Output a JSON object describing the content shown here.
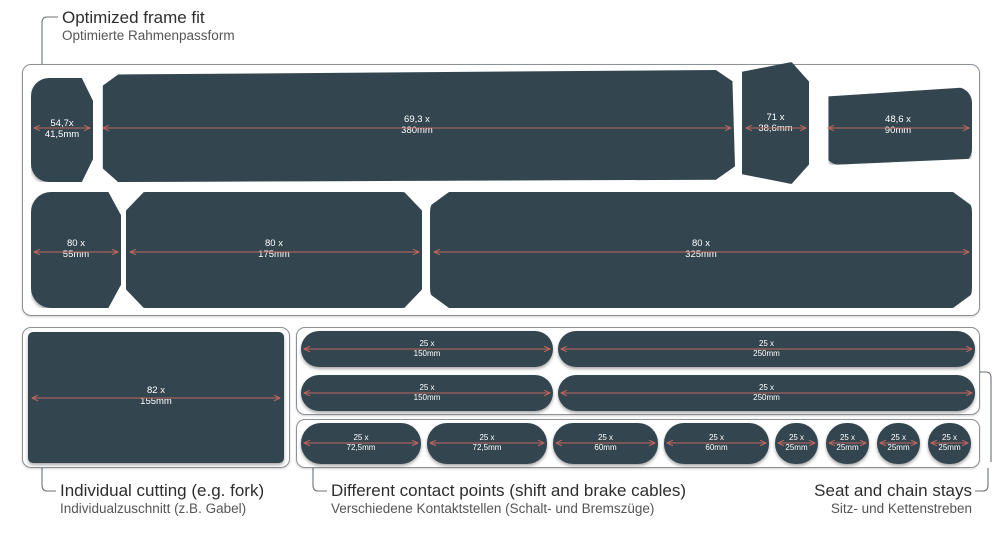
{
  "captions": {
    "top_left": {
      "title": "Optimized frame fit",
      "subtitle": "Optimierte Rahmenpassform"
    },
    "bottom_left": {
      "title": "Individual cutting (e.g. fork)",
      "subtitle": "Individualzuschnitt (z.B. Gabel)"
    },
    "bottom_middle": {
      "title": "Different contact points (shift and brake cables)",
      "subtitle": "Verschiedene Kontaktstellen (Schalt- und Bremszüge)"
    },
    "bottom_right": {
      "title": "Seat and chain stays",
      "subtitle": "Sitz- und Kettenstreben"
    }
  },
  "colors": {
    "piece_fill": "#334650",
    "dimension_line": "#c2655c",
    "panel_border": "#8c9196",
    "background": "#ffffff",
    "label_text": "#ffffff",
    "caption_title": "#2e2e2e",
    "caption_sub": "#555555"
  },
  "groups": {
    "frame_fit_row1": {
      "pieces": [
        {
          "id": "p1",
          "thickness": "54,7x",
          "length": "41,5mm"
        },
        {
          "id": "p2",
          "thickness": "69,3 x",
          "length": "380mm"
        },
        {
          "id": "p3",
          "thickness": "71 x",
          "length": "38,6mm"
        },
        {
          "id": "p4",
          "thickness": "48,6 x",
          "length": "90mm"
        }
      ]
    },
    "frame_fit_row2": {
      "pieces": [
        {
          "id": "p5",
          "thickness": "80 x",
          "length": "55mm"
        },
        {
          "id": "p6",
          "thickness": "80 x",
          "length": "175mm"
        },
        {
          "id": "p7",
          "thickness": "80 x",
          "length": "325mm"
        }
      ]
    },
    "individual_cutting": {
      "pieces": [
        {
          "id": "p8",
          "thickness": "82 x",
          "length": "155mm"
        }
      ]
    },
    "contact_points_row1": {
      "pieces": [
        {
          "id": "p9",
          "thickness": "25 x",
          "length": "150mm"
        },
        {
          "id": "p10",
          "thickness": "25 x",
          "length": "250mm"
        }
      ]
    },
    "contact_points_row2": {
      "pieces": [
        {
          "id": "p11",
          "thickness": "25 x",
          "length": "150mm"
        },
        {
          "id": "p12",
          "thickness": "25 x",
          "length": "250mm"
        }
      ]
    },
    "stays_row": {
      "pieces": [
        {
          "id": "p13",
          "thickness": "25 x",
          "length": "72,5mm"
        },
        {
          "id": "p14",
          "thickness": "25 x",
          "length": "72,5mm"
        },
        {
          "id": "p15",
          "thickness": "25 x",
          "length": "60mm"
        },
        {
          "id": "p16",
          "thickness": "25 x",
          "length": "60mm"
        },
        {
          "id": "p17",
          "thickness": "25 x",
          "length": "25mm"
        },
        {
          "id": "p18",
          "thickness": "25 x",
          "length": "25mm"
        },
        {
          "id": "p19",
          "thickness": "25 x",
          "length": "25mm"
        },
        {
          "id": "p20",
          "thickness": "25 x",
          "length": "25mm"
        }
      ]
    }
  }
}
